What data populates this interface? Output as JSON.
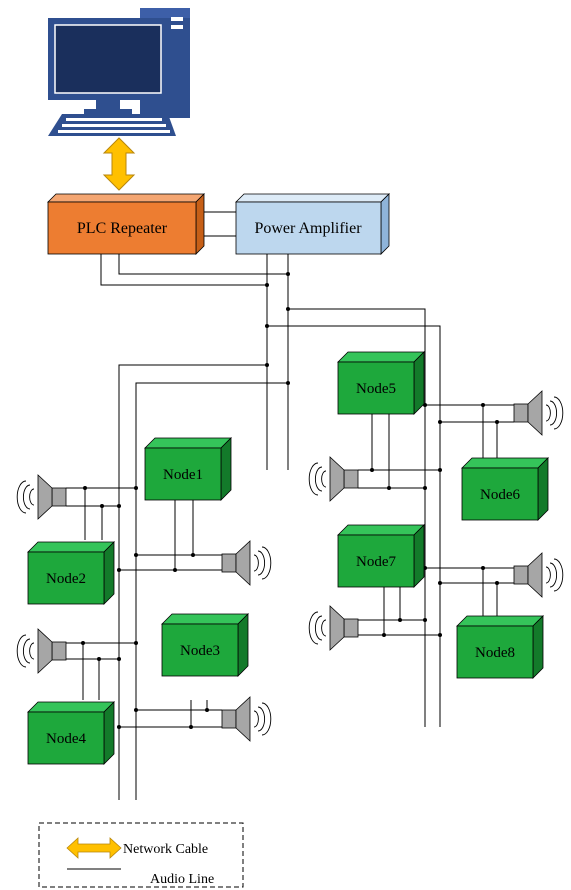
{
  "devices": {
    "plc_repeater": "PLC Repeater",
    "power_amplifier": "Power Amplifier"
  },
  "nodes": [
    "Node1",
    "Node2",
    "Node3",
    "Node4",
    "Node5",
    "Node6",
    "Node7",
    "Node8"
  ],
  "legend": {
    "network_cable": "Network Cable",
    "audio_line": "Audio Line"
  },
  "colors": {
    "plc_repeater": "#ED7D31",
    "power_amplifier": "#BDD7EE",
    "node": "#1EA83C",
    "network_cable": "#FFC000",
    "speaker": "#A6A6A6",
    "monitor": "#2F4F8F"
  }
}
